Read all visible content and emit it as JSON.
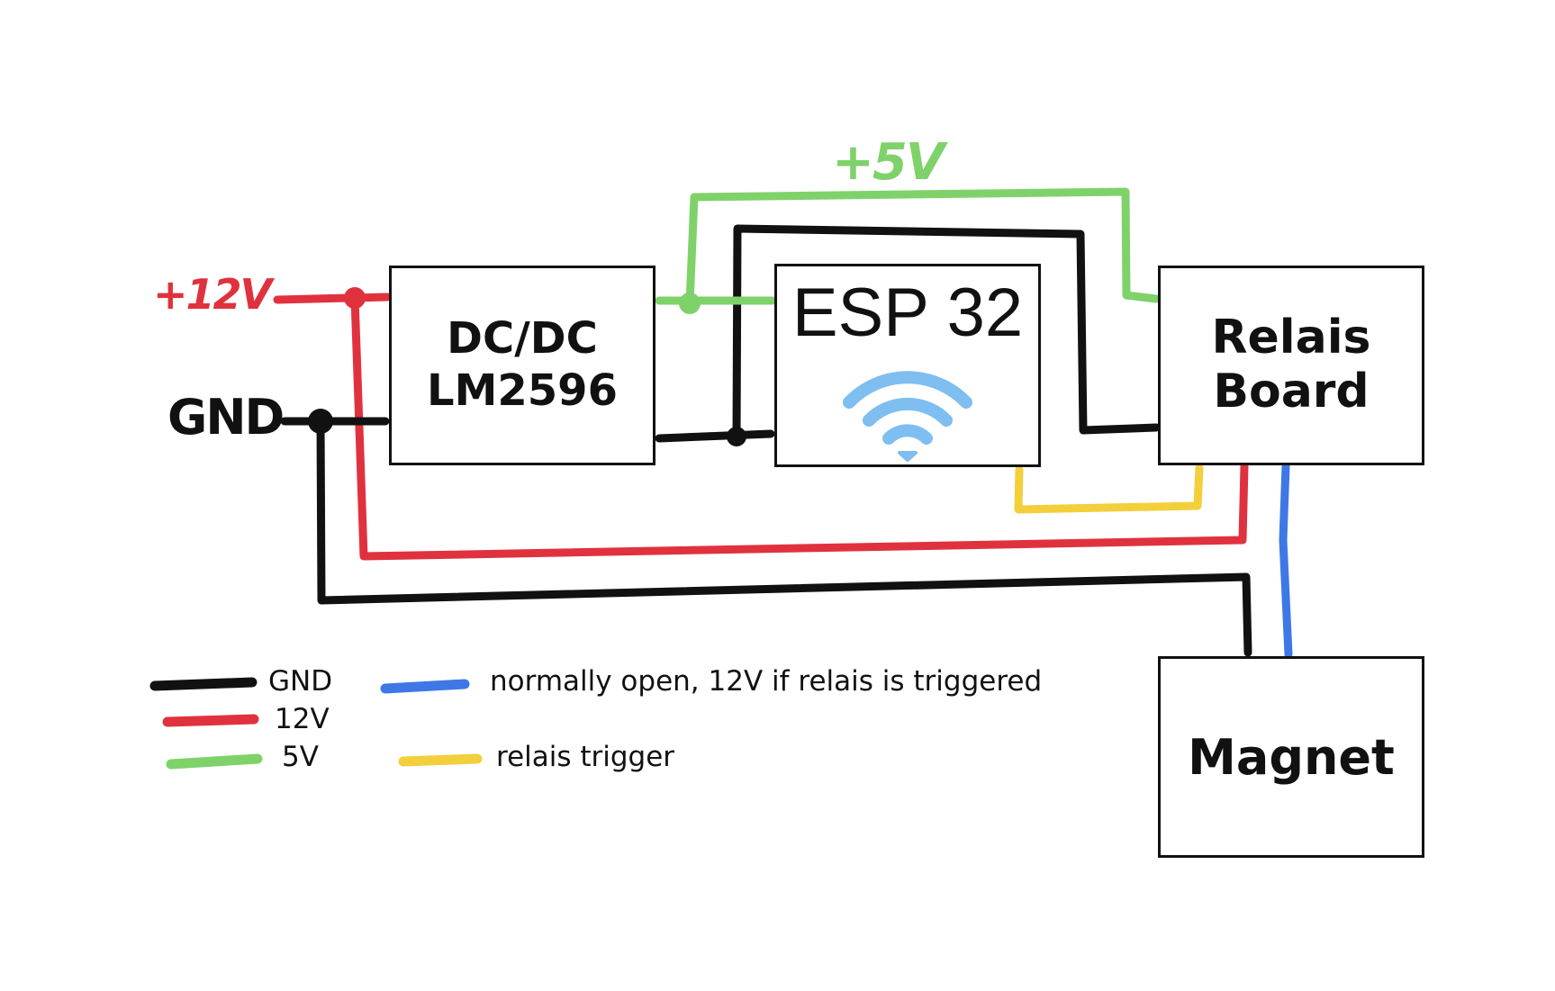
{
  "boxes": {
    "dcdc": {
      "line1": "DC/DC",
      "line2": "LM2596"
    },
    "esp": {
      "title": "ESP 32",
      "icon": "wifi-icon"
    },
    "relais": {
      "line1": "Relais",
      "line2": "Board"
    },
    "magnet": {
      "label": "Magnet"
    }
  },
  "labels": {
    "plus12v": "+12V",
    "gnd": "GND",
    "plus5v": "+5V"
  },
  "legend": [
    {
      "text": "GND",
      "color": "#111111"
    },
    {
      "text": "12V",
      "color": "#e0323e"
    },
    {
      "text": "5V",
      "color": "#7fd26a"
    },
    {
      "text": "normally open, 12V if relais is triggered",
      "color": "#3d78e6"
    },
    {
      "text": "relais trigger",
      "color": "#f3cf3b"
    }
  ],
  "colors": {
    "gnd": "#111111",
    "v12": "#e0323e",
    "v5": "#7fd26a",
    "no": "#3d78e6",
    "trigger": "#f3cf3b",
    "wifi": "#7ebef0"
  }
}
